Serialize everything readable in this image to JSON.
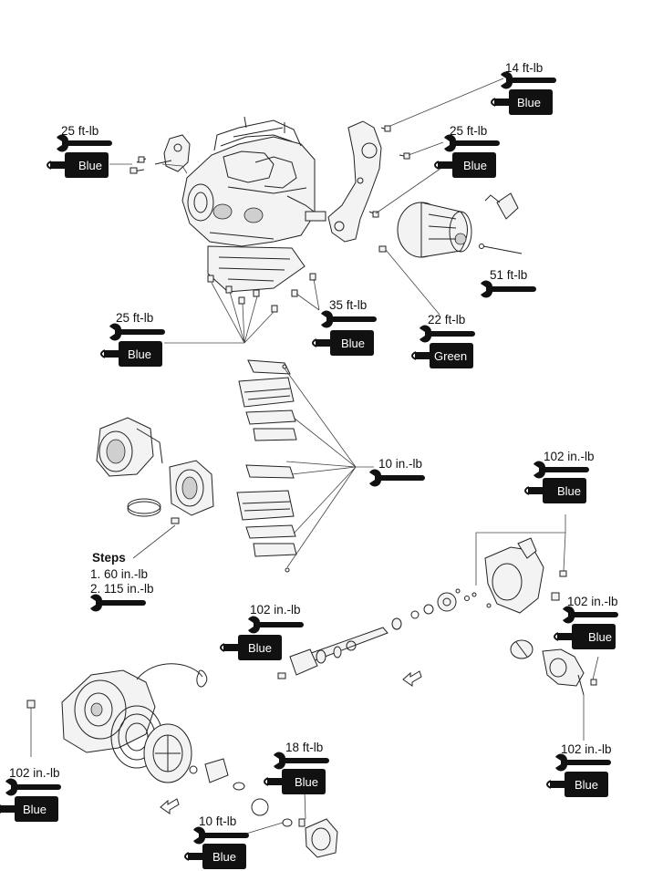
{
  "callouts": {
    "c01": {
      "torque": "14 ft-lb",
      "product": "Blue"
    },
    "c02": {
      "torque": "25 ft-lb",
      "product": "Blue"
    },
    "c03": {
      "torque": "25 ft-lb",
      "product": "Blue"
    },
    "c04": {
      "torque": "51 ft-lb"
    },
    "c05": {
      "torque": "35 ft-lb",
      "product": "Blue"
    },
    "c06": {
      "torque": "22 ft-lb",
      "product": "Green"
    },
    "c07": {
      "torque": "25 ft-lb",
      "product": "Blue"
    },
    "c08": {
      "torque": "10 in.-lb"
    },
    "c09": {
      "torque": "102 in.-lb",
      "product": "Blue"
    },
    "c10": {
      "steps_title": "Steps",
      "step1": "1. 60 in.-lb",
      "step2": "2. 115 in.-lb"
    },
    "c11": {
      "torque": "102 in.-lb",
      "product": "Blue"
    },
    "c12": {
      "torque": "102 in.-lb",
      "product": "Blue"
    },
    "c13": {
      "torque": "102 in.-lb",
      "product": "Blue"
    },
    "c14": {
      "torque": "18 ft-lb",
      "product": "Blue"
    },
    "c15": {
      "torque": "102 in.-lb",
      "product": "Blue"
    },
    "c16": {
      "torque": "10 ft-lb",
      "product": "Blue"
    }
  },
  "icons": {
    "wrench": "wrench-icon",
    "thread_locker": "thread-locker-tube-icon",
    "front_arrow": "front-direction-arrow-icon"
  },
  "colors": {
    "ink": "#111111",
    "tag_fill": "#111111",
    "tag_text": "#ffffff"
  }
}
